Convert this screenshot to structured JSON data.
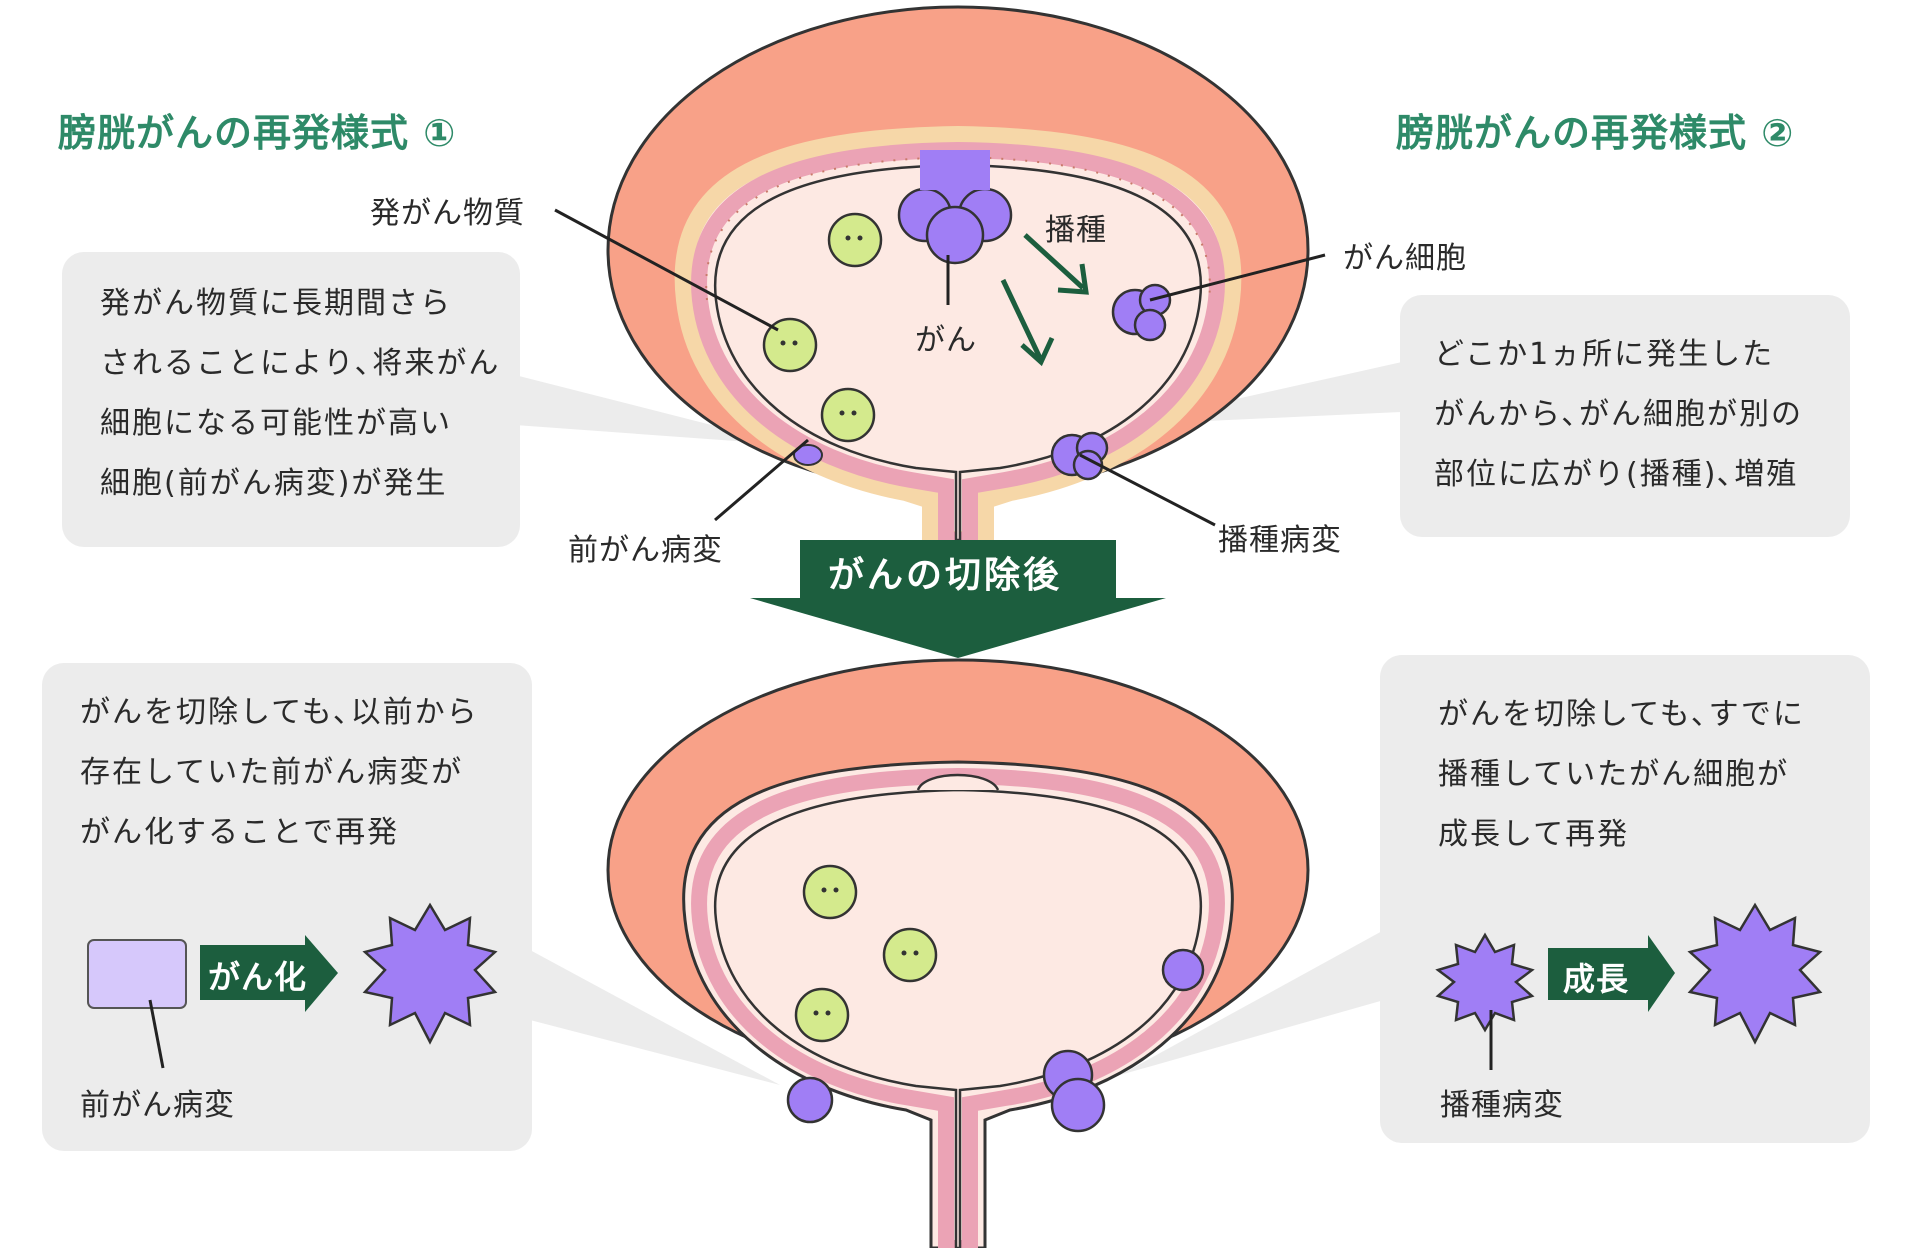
{
  "colors": {
    "panel_bg": "#fdfaec",
    "title_green": "#2e8a68",
    "arrow_green": "#1c5e3e",
    "bladder_outer": "#f8a188",
    "bladder_inner": "#fde9e3",
    "lining_pink": "#eba3b5",
    "cancer_purple": "#a07ef5",
    "cell_green": "#d4ea8d",
    "box_gray": "#ececec"
  },
  "left_panel": {
    "title": "膀胱がんの再発様式 ①",
    "box1_lines": [
      "発がん物質に長期間さら",
      "されることにより､将来がん",
      "細胞になる可能性が高い",
      "細胞(前がん病変)が発生"
    ],
    "box2_lines": [
      "がんを切除しても､以前から",
      "存在していた前がん病変が",
      "がん化することで再発"
    ],
    "arrow_label": "がん化",
    "lesion_label": "前がん病変"
  },
  "right_panel": {
    "title": "膀胱がんの再発様式 ②",
    "box1_lines": [
      "どこか1ヵ所に発生した",
      "がんから､がん細胞が別の",
      "部位に広がり(播種)､増殖"
    ],
    "box2_lines": [
      "がんを切除しても､すでに",
      "播種していたがん細胞が",
      "成長して再発"
    ],
    "arrow_label": "成長",
    "lesion_label": "播種病変"
  },
  "top_diagram": {
    "label_carcinogen": "発がん物質",
    "label_cancer": "がん",
    "label_seeding": "播種",
    "label_cancer_cell": "がん細胞",
    "label_precancer": "前がん病変",
    "label_seeding_lesion": "播種病変"
  },
  "center_arrow": {
    "label": "がんの切除後"
  }
}
